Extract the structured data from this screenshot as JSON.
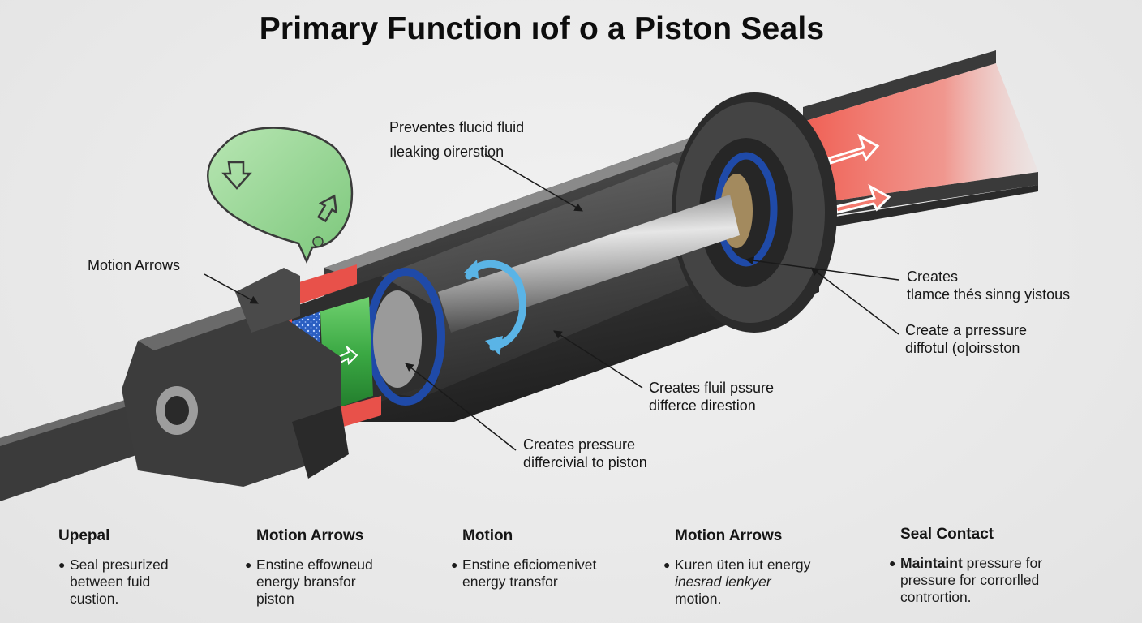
{
  "title": "Primary Function ıof o a Piston Seals",
  "callouts": {
    "prevents_1": "Preventes flucid fluid",
    "prevents_2": "ıleaking oirerstion",
    "motion_arrows": "Motion Arrows",
    "creates_1": "Creates",
    "creates_2": "tlamce thés sinng yistous",
    "create_pressure_1": "Create a prressure",
    "create_pressure_2": "diffotul (o|oirsston",
    "creates_fluid_1": "Creates fluil pssure",
    "creates_fluid_2": "differce direstion",
    "creates_pressure_1": "Creates pressure",
    "creates_pressure_2": "differcivial to piston"
  },
  "columns": [
    {
      "heading": "Upepal",
      "text": "Seal presurized\nbetween fuid\ncustion."
    },
    {
      "heading": "Motion Arrows",
      "text": "Enstine effowneud\nenergy bransfor\npiston"
    },
    {
      "heading": "Motion",
      "text": "Enstine eficiomenivet\nenergy transfor"
    },
    {
      "heading": "Motion Arrows",
      "text_1": "Kuren üten iut energy",
      "text_2": "inesrad lenkyer",
      "text_3": "motion."
    },
    {
      "heading": "Seal Contact",
      "bold_lead": "Maintaint",
      "text_1": " pressure for",
      "text_2": "pressure for corrorlled\ncontrortion."
    }
  ],
  "colors": {
    "seal_red": "#e8514a",
    "seal_blue": "#1f4aa8",
    "seal_green": "#3fae48",
    "rotation_arrow": "#5ab4e6",
    "fluid_glow": "#f05a4e",
    "bubble_green": "#8fd18f"
  }
}
